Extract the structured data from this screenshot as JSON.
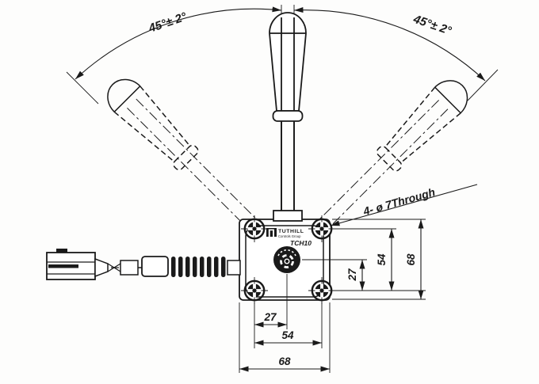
{
  "angle": {
    "left_label": "45°± 2°",
    "right_label": "45°± 2°"
  },
  "leader": {
    "note": "4- ø 7Through"
  },
  "base": {
    "brand": "TUTHILL",
    "division": "Controls Group",
    "model": "TCH10",
    "logo_glyph": "∏"
  },
  "dims": {
    "bottom": {
      "d27": "27",
      "d54": "54",
      "d68": "68"
    },
    "right": {
      "d27": "27",
      "d54": "54",
      "d68": "68"
    }
  },
  "colors": {
    "line": "#1a1a1a",
    "background": "#ffffff"
  }
}
